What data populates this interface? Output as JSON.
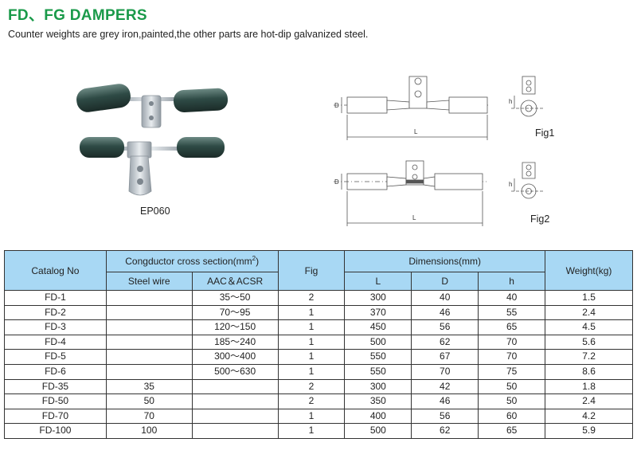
{
  "header": {
    "title": "FD、FG DAMPERS",
    "subtitle": "Counter weights are grey iron,painted,the other parts are hot-dip galvanized steel."
  },
  "photo": {
    "caption": "EP060"
  },
  "figures": {
    "fig1": {
      "label": "Fig1",
      "dim_D": "D",
      "dim_L": "L",
      "dim_h": "h"
    },
    "fig2": {
      "label": "Fig2",
      "dim_D": "D",
      "dim_L": "L",
      "dim_h": "h"
    }
  },
  "table": {
    "headers": {
      "catalog": "Catalog No",
      "conductor": "Congductor cross section(mm",
      "conductor_sup": "2",
      "conductor_close": ")",
      "steel": "Steel wire",
      "aac": "AAC＆ACSR",
      "fig": "Fig",
      "dimensions": "Dimensions(mm)",
      "L": "L",
      "D": "D",
      "h": "h",
      "weight": "Weight(kg)"
    },
    "rows": [
      {
        "catalog": "FD-1",
        "steel": "",
        "aac": "35～50",
        "fig": "2",
        "L": "300",
        "D": "40",
        "h": "40",
        "weight": "1.5"
      },
      {
        "catalog": "FD-2",
        "steel": "",
        "aac": "70～95",
        "fig": "1",
        "L": "370",
        "D": "46",
        "h": "55",
        "weight": "2.4"
      },
      {
        "catalog": "FD-3",
        "steel": "",
        "aac": "120～150",
        "fig": "1",
        "L": "450",
        "D": "56",
        "h": "65",
        "weight": "4.5"
      },
      {
        "catalog": "FD-4",
        "steel": "",
        "aac": "185～240",
        "fig": "1",
        "L": "500",
        "D": "62",
        "h": "70",
        "weight": "5.6"
      },
      {
        "catalog": "FD-5",
        "steel": "",
        "aac": "300～400",
        "fig": "1",
        "L": "550",
        "D": "67",
        "h": "70",
        "weight": "7.2"
      },
      {
        "catalog": "FD-6",
        "steel": "",
        "aac": "500～630",
        "fig": "1",
        "L": "550",
        "D": "70",
        "h": "75",
        "weight": "8.6"
      },
      {
        "catalog": "FD-35",
        "steel": "35",
        "aac": "",
        "fig": "2",
        "L": "300",
        "D": "42",
        "h": "50",
        "weight": "1.8"
      },
      {
        "catalog": "FD-50",
        "steel": "50",
        "aac": "",
        "fig": "2",
        "L": "350",
        "D": "46",
        "h": "50",
        "weight": "2.4"
      },
      {
        "catalog": "FD-70",
        "steel": "70",
        "aac": "",
        "fig": "1",
        "L": "400",
        "D": "56",
        "h": "60",
        "weight": "4.2"
      },
      {
        "catalog": "FD-100",
        "steel": "100",
        "aac": "",
        "fig": "1",
        "L": "500",
        "D": "62",
        "h": "65",
        "weight": "5.9"
      }
    ]
  }
}
